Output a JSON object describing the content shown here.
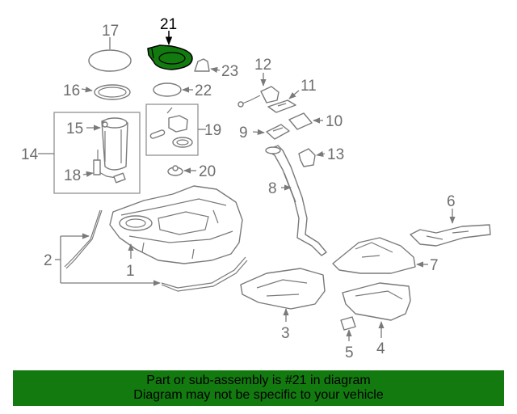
{
  "diagram": {
    "highlight_color": "#137a10",
    "highlighted_part": "21",
    "callouts": [
      "1",
      "2",
      "3",
      "4",
      "5",
      "6",
      "7",
      "8",
      "9",
      "10",
      "11",
      "12",
      "13",
      "14",
      "15",
      "16",
      "17",
      "18",
      "19",
      "20",
      "21",
      "22",
      "23"
    ]
  },
  "banner": {
    "line1": "Part or sub-assembly is #21 in diagram",
    "line2": "Diagram may not be specific to your vehicle",
    "background": "#137a10"
  }
}
